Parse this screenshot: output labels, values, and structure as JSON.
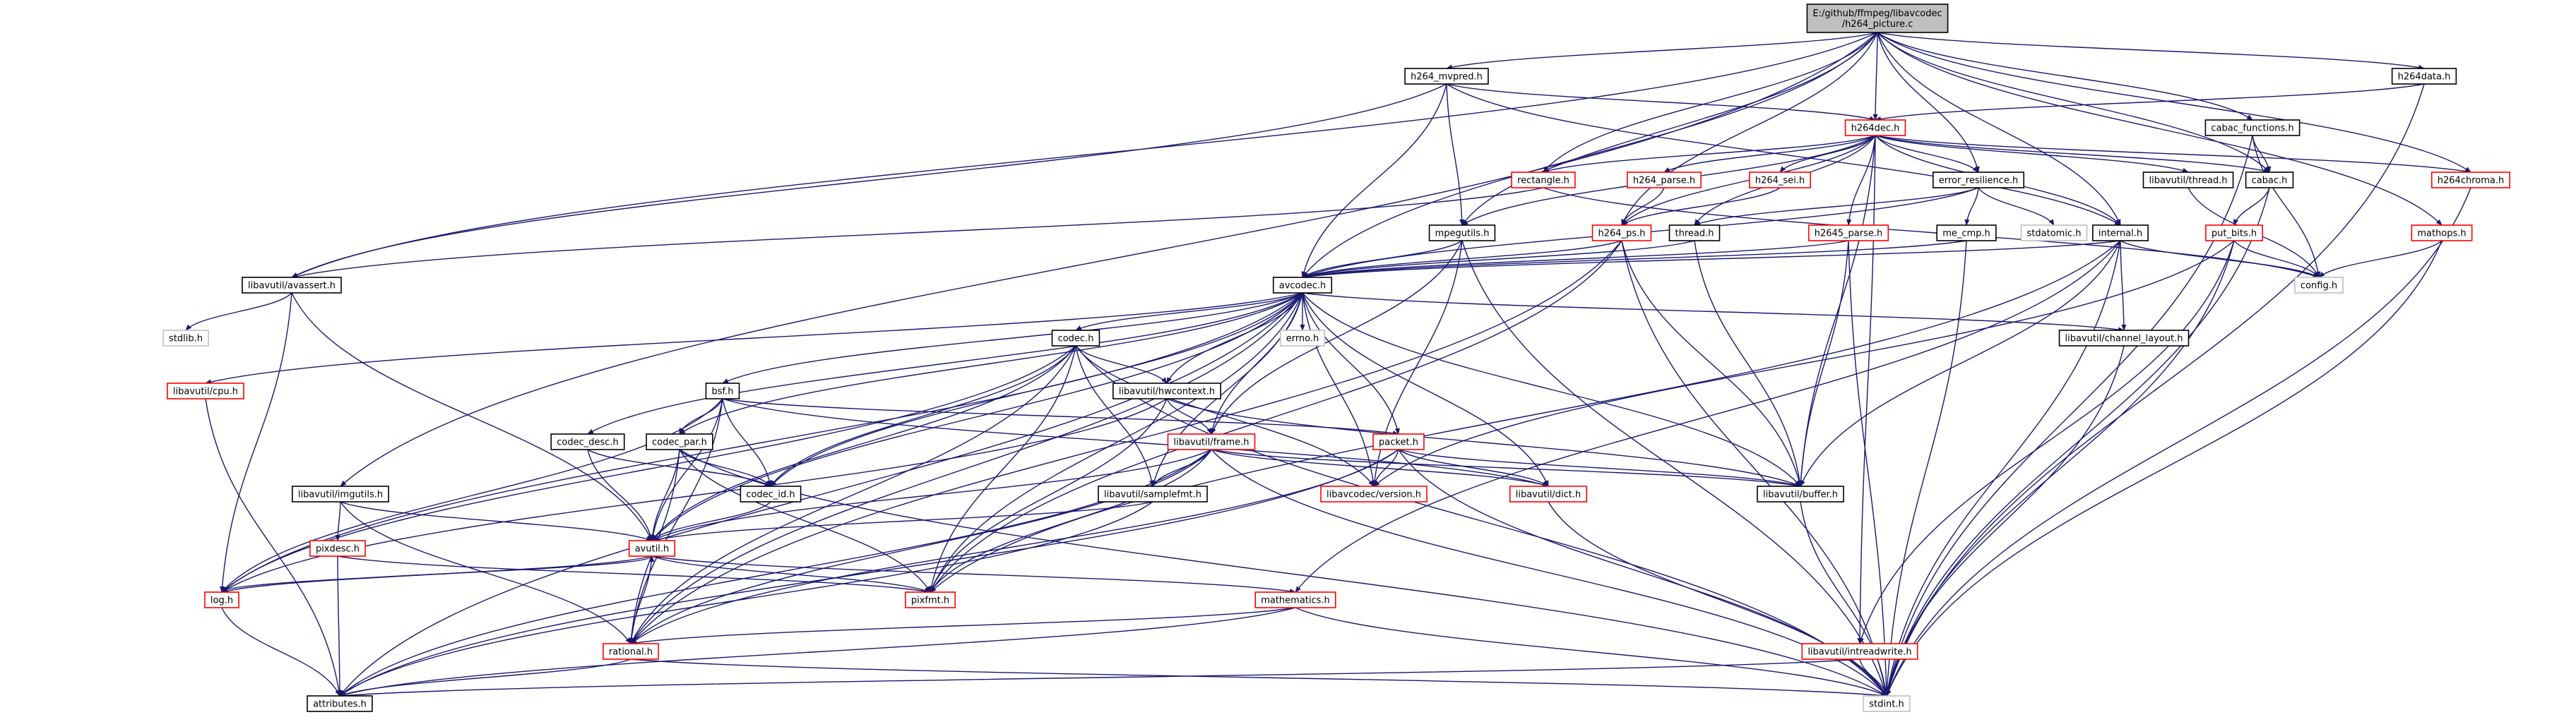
{
  "theme": {
    "background": "#ffffff",
    "edge_color": "#191970",
    "root_fill": "#bfbfbf",
    "box_fill": "#ffffff",
    "border_black": "#000000",
    "border_red": "#ff0000",
    "border_gray": "#bfbfbf",
    "text_gray": "#7f7f7f"
  },
  "nodes": [
    {
      "id": "root",
      "label_lines": [
        "E:/github/ffmpeg/libavcodec",
        "/h264_picture.c"
      ],
      "style": "root"
    },
    {
      "id": "h264_mvpred",
      "label_lines": [
        "h264_mvpred.h"
      ],
      "style": "black"
    },
    {
      "id": "h264data",
      "label_lines": [
        "h264data.h"
      ],
      "style": "black"
    },
    {
      "id": "h264dec",
      "label_lines": [
        "h264dec.h"
      ],
      "style": "red"
    },
    {
      "id": "cabac_functions",
      "label_lines": [
        "cabac_functions.h"
      ],
      "style": "black"
    },
    {
      "id": "rectangle",
      "label_lines": [
        "rectangle.h"
      ],
      "style": "red"
    },
    {
      "id": "h264_parse",
      "label_lines": [
        "h264_parse.h"
      ],
      "style": "red"
    },
    {
      "id": "h264_sei",
      "label_lines": [
        "h264_sei.h"
      ],
      "style": "red"
    },
    {
      "id": "error_resilience",
      "label_lines": [
        "error_resilience.h"
      ],
      "style": "black"
    },
    {
      "id": "libavutil_thread",
      "label_lines": [
        "libavutil/thread.h"
      ],
      "style": "black"
    },
    {
      "id": "cabac",
      "label_lines": [
        "cabac.h"
      ],
      "style": "black"
    },
    {
      "id": "h264chroma",
      "label_lines": [
        "h264chroma.h"
      ],
      "style": "red"
    },
    {
      "id": "mpegutils",
      "label_lines": [
        "mpegutils.h"
      ],
      "style": "black"
    },
    {
      "id": "h264_ps",
      "label_lines": [
        "h264_ps.h"
      ],
      "style": "red"
    },
    {
      "id": "thread",
      "label_lines": [
        "thread.h"
      ],
      "style": "black"
    },
    {
      "id": "h2645_parse",
      "label_lines": [
        "h2645_parse.h"
      ],
      "style": "red"
    },
    {
      "id": "me_cmp",
      "label_lines": [
        "me_cmp.h"
      ],
      "style": "black"
    },
    {
      "id": "stdatomic",
      "label_lines": [
        "stdatomic.h"
      ],
      "style": "gray"
    },
    {
      "id": "internal",
      "label_lines": [
        "internal.h"
      ],
      "style": "black"
    },
    {
      "id": "put_bits",
      "label_lines": [
        "put_bits.h"
      ],
      "style": "red"
    },
    {
      "id": "mathops",
      "label_lines": [
        "mathops.h"
      ],
      "style": "red"
    },
    {
      "id": "config",
      "label_lines": [
        "config.h"
      ],
      "style": "gray"
    },
    {
      "id": "libavutil_avassert",
      "label_lines": [
        "libavutil/avassert.h"
      ],
      "style": "black"
    },
    {
      "id": "avcodec",
      "label_lines": [
        "avcodec.h"
      ],
      "style": "black"
    },
    {
      "id": "stdlib",
      "label_lines": [
        "stdlib.h"
      ],
      "style": "gray"
    },
    {
      "id": "errno",
      "label_lines": [
        "errno.h"
      ],
      "style": "gray"
    },
    {
      "id": "codec",
      "label_lines": [
        "codec.h"
      ],
      "style": "black"
    },
    {
      "id": "libavutil_channel_layout",
      "label_lines": [
        "libavutil/channel_layout.h"
      ],
      "style": "black"
    },
    {
      "id": "libavutil_cpu",
      "label_lines": [
        "libavutil/cpu.h"
      ],
      "style": "red"
    },
    {
      "id": "bsf",
      "label_lines": [
        "bsf.h"
      ],
      "style": "black"
    },
    {
      "id": "libavutil_hwcontext",
      "label_lines": [
        "libavutil/hwcontext.h"
      ],
      "style": "black"
    },
    {
      "id": "codec_desc",
      "label_lines": [
        "codec_desc.h"
      ],
      "style": "black"
    },
    {
      "id": "codec_par",
      "label_lines": [
        "codec_par.h"
      ],
      "style": "black"
    },
    {
      "id": "libavutil_frame",
      "label_lines": [
        "libavutil/frame.h"
      ],
      "style": "red"
    },
    {
      "id": "packet",
      "label_lines": [
        "packet.h"
      ],
      "style": "red"
    },
    {
      "id": "libavutil_imgutils",
      "label_lines": [
        "libavutil/imgutils.h"
      ],
      "style": "black"
    },
    {
      "id": "codec_id",
      "label_lines": [
        "codec_id.h"
      ],
      "style": "black"
    },
    {
      "id": "libavutil_samplefmt",
      "label_lines": [
        "libavutil/samplefmt.h"
      ],
      "style": "black"
    },
    {
      "id": "libavcodec_version",
      "label_lines": [
        "libavcodec/version.h"
      ],
      "style": "red"
    },
    {
      "id": "libavutil_dict",
      "label_lines": [
        "libavutil/dict.h"
      ],
      "style": "red"
    },
    {
      "id": "libavutil_buffer",
      "label_lines": [
        "libavutil/buffer.h"
      ],
      "style": "black"
    },
    {
      "id": "pixdesc",
      "label_lines": [
        "pixdesc.h"
      ],
      "style": "red"
    },
    {
      "id": "avutil",
      "label_lines": [
        "avutil.h"
      ],
      "style": "red"
    },
    {
      "id": "log",
      "label_lines": [
        "log.h"
      ],
      "style": "red"
    },
    {
      "id": "pixfmt",
      "label_lines": [
        "pixfmt.h"
      ],
      "style": "red"
    },
    {
      "id": "mathematics",
      "label_lines": [
        "mathematics.h"
      ],
      "style": "red"
    },
    {
      "id": "rational",
      "label_lines": [
        "rational.h"
      ],
      "style": "red"
    },
    {
      "id": "libavutil_intreadwrite",
      "label_lines": [
        "libavutil/intreadwrite.h"
      ],
      "style": "red"
    },
    {
      "id": "attributes",
      "label_lines": [
        "attributes.h"
      ],
      "style": "black"
    },
    {
      "id": "stdint",
      "label_lines": [
        "stdint.h"
      ],
      "style": "gray"
    }
  ],
  "edges": [
    [
      "root",
      "h264_mvpred"
    ],
    [
      "root",
      "h264data"
    ],
    [
      "root",
      "h264dec"
    ],
    [
      "root",
      "cabac_functions"
    ],
    [
      "root",
      "rectangle"
    ],
    [
      "root",
      "error_resilience"
    ],
    [
      "root",
      "h264chroma"
    ],
    [
      "root",
      "mpegutils"
    ],
    [
      "root",
      "internal"
    ],
    [
      "root",
      "mathops"
    ],
    [
      "root",
      "avcodec"
    ],
    [
      "root",
      "libavutil_avassert"
    ],
    [
      "root",
      "libavutil_imgutils"
    ],
    [
      "root",
      "h264_ps"
    ],
    [
      "root",
      "cabac"
    ],
    [
      "h264_mvpred",
      "h264dec"
    ],
    [
      "h264_mvpred",
      "mpegutils"
    ],
    [
      "h264_mvpred",
      "avcodec"
    ],
    [
      "h264_mvpred",
      "libavutil_avassert"
    ],
    [
      "h264_mvpred",
      "internal"
    ],
    [
      "h264data",
      "h264dec"
    ],
    [
      "h264data",
      "stdint"
    ],
    [
      "h264dec",
      "rectangle"
    ],
    [
      "h264dec",
      "h264_parse"
    ],
    [
      "h264dec",
      "h264_sei"
    ],
    [
      "h264dec",
      "error_resilience"
    ],
    [
      "h264dec",
      "libavutil_thread"
    ],
    [
      "h264dec",
      "cabac"
    ],
    [
      "h264dec",
      "h264chroma"
    ],
    [
      "h264dec",
      "mpegutils"
    ],
    [
      "h264dec",
      "h264_ps"
    ],
    [
      "h264dec",
      "h2645_parse"
    ],
    [
      "h264dec",
      "internal"
    ],
    [
      "h264dec",
      "thread"
    ],
    [
      "h264dec",
      "libavutil_buffer"
    ],
    [
      "h264dec",
      "libavutil_intreadwrite"
    ],
    [
      "cabac_functions",
      "cabac"
    ],
    [
      "cabac_functions",
      "config"
    ],
    [
      "cabac_functions",
      "stdint"
    ],
    [
      "rectangle",
      "libavutil_avassert"
    ],
    [
      "rectangle",
      "config"
    ],
    [
      "h264_parse",
      "h264_ps"
    ],
    [
      "h264_sei",
      "h264_ps"
    ],
    [
      "error_resilience",
      "stdatomic"
    ],
    [
      "error_resilience",
      "me_cmp"
    ],
    [
      "error_resilience",
      "avcodec"
    ],
    [
      "error_resilience",
      "thread"
    ],
    [
      "libavutil_thread",
      "config"
    ],
    [
      "cabac",
      "put_bits"
    ],
    [
      "cabac",
      "stdint"
    ],
    [
      "h264chroma",
      "stdint"
    ],
    [
      "mpegutils",
      "avcodec"
    ],
    [
      "mpegutils",
      "libavcodec_version"
    ],
    [
      "mpegutils",
      "stdint"
    ],
    [
      "mpegutils",
      "libavutil_frame"
    ],
    [
      "h264_ps",
      "avcodec"
    ],
    [
      "h264_ps",
      "rational"
    ],
    [
      "h264_ps",
      "libavutil_buffer"
    ],
    [
      "h264_ps",
      "stdint"
    ],
    [
      "h264_ps",
      "pixfmt"
    ],
    [
      "thread",
      "avcodec"
    ],
    [
      "thread",
      "libavutil_buffer"
    ],
    [
      "h2645_parse",
      "avcodec"
    ],
    [
      "h2645_parse",
      "libavutil_buffer"
    ],
    [
      "h2645_parse",
      "stdint"
    ],
    [
      "me_cmp",
      "avcodec"
    ],
    [
      "me_cmp",
      "stdint"
    ],
    [
      "internal",
      "avcodec"
    ],
    [
      "internal",
      "config"
    ],
    [
      "internal",
      "libavutil_channel_layout"
    ],
    [
      "internal",
      "libavutil_buffer"
    ],
    [
      "internal",
      "pixfmt"
    ],
    [
      "internal",
      "mathematics"
    ],
    [
      "internal",
      "stdint"
    ],
    [
      "put_bits",
      "config"
    ],
    [
      "put_bits",
      "libavutil_intreadwrite"
    ],
    [
      "put_bits",
      "libavcodec_version"
    ],
    [
      "put_bits",
      "stdint"
    ],
    [
      "mathops",
      "config"
    ],
    [
      "mathops",
      "stdint"
    ],
    [
      "libavutil_avassert",
      "stdlib"
    ],
    [
      "libavutil_avassert",
      "avutil"
    ],
    [
      "libavutil_avassert",
      "log"
    ],
    [
      "avcodec",
      "errno"
    ],
    [
      "avcodec",
      "codec"
    ],
    [
      "avcodec",
      "libavutil_channel_layout"
    ],
    [
      "avcodec",
      "libavutil_cpu"
    ],
    [
      "avcodec",
      "bsf"
    ],
    [
      "avcodec",
      "codec_desc"
    ],
    [
      "avcodec",
      "codec_par"
    ],
    [
      "avcodec",
      "libavutil_hwcontext"
    ],
    [
      "avcodec",
      "libavutil_frame"
    ],
    [
      "avcodec",
      "packet"
    ],
    [
      "avcodec",
      "codec_id"
    ],
    [
      "avcodec",
      "libavutil_samplefmt"
    ],
    [
      "avcodec",
      "libavcodec_version"
    ],
    [
      "avcodec",
      "libavutil_dict"
    ],
    [
      "avcodec",
      "libavutil_buffer"
    ],
    [
      "avcodec",
      "avutil"
    ],
    [
      "avcodec",
      "log"
    ],
    [
      "avcodec",
      "pixfmt"
    ],
    [
      "avcodec",
      "rational"
    ],
    [
      "avcodec",
      "attributes"
    ],
    [
      "codec",
      "libavutil_hwcontext"
    ],
    [
      "codec",
      "codec_id"
    ],
    [
      "codec",
      "libavutil_samplefmt"
    ],
    [
      "codec",
      "avutil"
    ],
    [
      "codec",
      "log"
    ],
    [
      "codec",
      "pixfmt"
    ],
    [
      "codec",
      "rational"
    ],
    [
      "codec",
      "libavcodec_version"
    ],
    [
      "codec",
      "stdint"
    ],
    [
      "libavutil_channel_layout",
      "stdint"
    ],
    [
      "libavutil_cpu",
      "attributes"
    ],
    [
      "bsf",
      "codec_id"
    ],
    [
      "bsf",
      "codec_par"
    ],
    [
      "bsf",
      "packet"
    ],
    [
      "bsf",
      "avutil"
    ],
    [
      "bsf",
      "log"
    ],
    [
      "bsf",
      "rational"
    ],
    [
      "bsf",
      "libavutil_dict"
    ],
    [
      "libavutil_hwcontext",
      "libavutil_buffer"
    ],
    [
      "libavutil_hwcontext",
      "libavutil_frame"
    ],
    [
      "libavutil_hwcontext",
      "log"
    ],
    [
      "libavutil_hwcontext",
      "pixfmt"
    ],
    [
      "codec_desc",
      "codec_id"
    ],
    [
      "codec_desc",
      "avutil"
    ],
    [
      "codec_par",
      "codec_id"
    ],
    [
      "codec_par",
      "avutil"
    ],
    [
      "codec_par",
      "pixfmt"
    ],
    [
      "codec_par",
      "rational"
    ],
    [
      "codec_par",
      "stdint"
    ],
    [
      "libavutil_frame",
      "avutil"
    ],
    [
      "libavutil_frame",
      "libavutil_buffer"
    ],
    [
      "libavutil_frame",
      "libavutil_dict"
    ],
    [
      "libavutil_frame",
      "libavutil_samplefmt"
    ],
    [
      "libavutil_frame",
      "pixfmt"
    ],
    [
      "libavutil_frame",
      "rational"
    ],
    [
      "libavutil_frame",
      "attributes"
    ],
    [
      "libavutil_frame",
      "stdint"
    ],
    [
      "packet",
      "attributes"
    ],
    [
      "packet",
      "libavutil_buffer"
    ],
    [
      "packet",
      "libavutil_dict"
    ],
    [
      "packet",
      "rational"
    ],
    [
      "packet",
      "libavcodec_version"
    ],
    [
      "packet",
      "stdint"
    ],
    [
      "libavutil_imgutils",
      "avutil"
    ],
    [
      "libavutil_imgutils",
      "pixdesc"
    ],
    [
      "libavutil_imgutils",
      "rational"
    ],
    [
      "codec_id",
      "avutil"
    ],
    [
      "libavutil_samplefmt",
      "avutil"
    ],
    [
      "libavutil_samplefmt",
      "attributes"
    ],
    [
      "libavutil_dict",
      "stdint"
    ],
    [
      "libavutil_buffer",
      "stdint"
    ],
    [
      "pixdesc",
      "attributes"
    ],
    [
      "pixdesc",
      "pixfmt"
    ],
    [
      "avutil",
      "log"
    ],
    [
      "avutil",
      "pixfmt"
    ],
    [
      "avutil",
      "rational"
    ],
    [
      "avutil",
      "mathematics"
    ],
    [
      "log",
      "avutil"
    ],
    [
      "log",
      "attributes"
    ],
    [
      "mathematics",
      "rational"
    ],
    [
      "mathematics",
      "stdint"
    ],
    [
      "mathematics",
      "attributes"
    ],
    [
      "rational",
      "attributes"
    ],
    [
      "rational",
      "stdint"
    ],
    [
      "libavutil_intreadwrite",
      "attributes"
    ],
    [
      "libavutil_intreadwrite",
      "stdint"
    ]
  ]
}
